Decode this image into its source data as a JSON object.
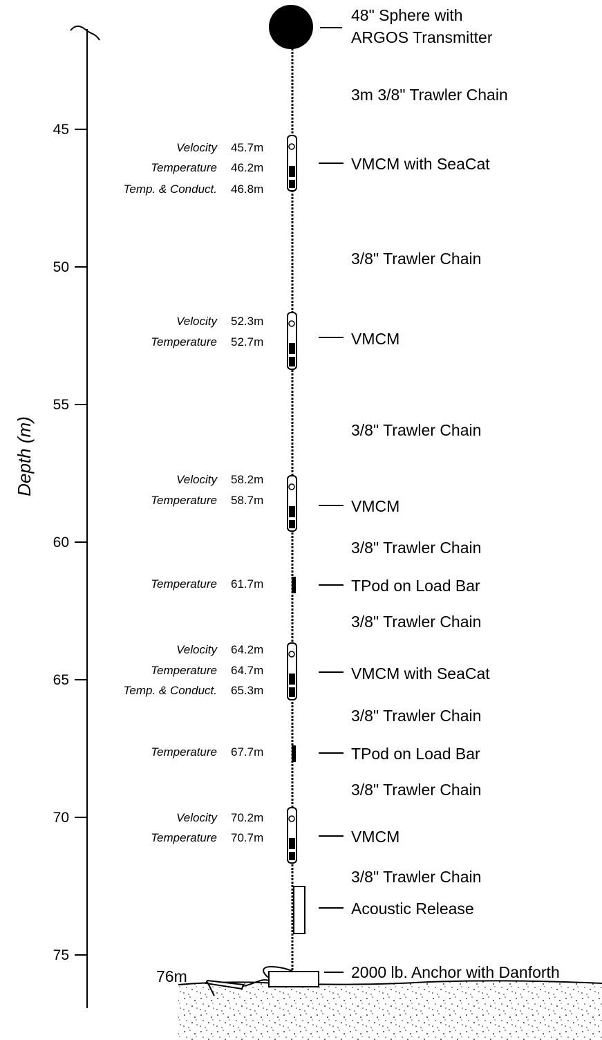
{
  "axis": {
    "label": "Depth (m)",
    "ticks": [
      45,
      50,
      55,
      60,
      65,
      70,
      75
    ]
  },
  "seafloor_depth_label": "76m",
  "components": [
    {
      "label": "48\" Sphere with",
      "label2": "ARGOS Transmitter"
    },
    {
      "label": "3m 3/8\" Trawler Chain"
    },
    {
      "label": "VMCM with SeaCat"
    },
    {
      "label": "3/8\" Trawler Chain"
    },
    {
      "label": "VMCM"
    },
    {
      "label": "3/8\" Trawler Chain"
    },
    {
      "label": "VMCM"
    },
    {
      "label": "3/8\" Trawler Chain"
    },
    {
      "label": "TPod on Load Bar"
    },
    {
      "label": "3/8\" Trawler Chain"
    },
    {
      "label": "VMCM with SeaCat"
    },
    {
      "label": "3/8\" Trawler Chain"
    },
    {
      "label": "TPod on Load Bar"
    },
    {
      "label": "3/8\" Trawler Chain"
    },
    {
      "label": "VMCM"
    },
    {
      "label": "3/8\" Trawler Chain"
    },
    {
      "label": "Acoustic Release"
    },
    {
      "label": "2000 lb. Anchor with Danforth"
    }
  ],
  "instruments": [
    {
      "type": "Velocity",
      "depth": "45.7m"
    },
    {
      "type": "Temperature",
      "depth": "46.2m"
    },
    {
      "type": "Temp. & Conduct.",
      "depth": "46.8m"
    },
    {
      "type": "Velocity",
      "depth": "52.3m"
    },
    {
      "type": "Temperature",
      "depth": "52.7m"
    },
    {
      "type": "Velocity",
      "depth": "58.2m"
    },
    {
      "type": "Temperature",
      "depth": "58.7m"
    },
    {
      "type": "Temperature",
      "depth": "61.7m"
    },
    {
      "type": "Velocity",
      "depth": "64.2m"
    },
    {
      "type": "Temperature",
      "depth": "64.7m"
    },
    {
      "type": "Temp. & Conduct.",
      "depth": "65.3m"
    },
    {
      "type": "Temperature",
      "depth": "67.7m"
    },
    {
      "type": "Velocity",
      "depth": "70.2m"
    },
    {
      "type": "Temperature",
      "depth": "70.7m"
    }
  ],
  "colors": {
    "ink": "#000000",
    "background": "#ffffff"
  }
}
